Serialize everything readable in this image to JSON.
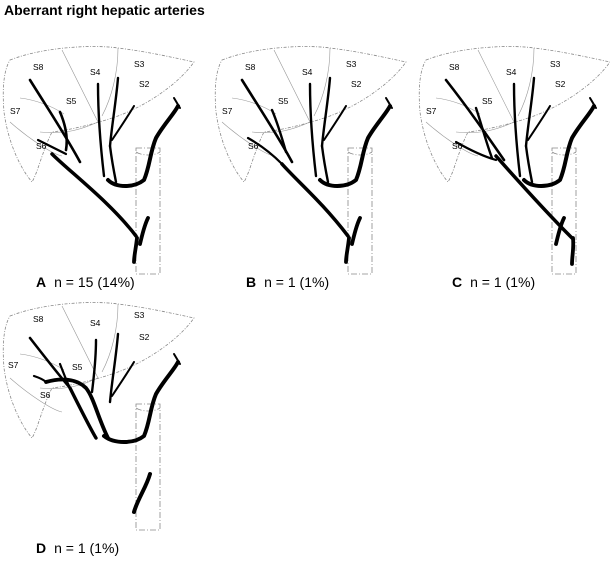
{
  "title": "Aberrant right hepatic arteries",
  "segments": {
    "s8": "S8",
    "s4": "S4",
    "s3": "S3",
    "s2": "S2",
    "s5": "S5",
    "s7": "S7",
    "s6": "S6"
  },
  "panels": [
    {
      "letter": "A",
      "stat": "n = 15 (14%)"
    },
    {
      "letter": "B",
      "stat": "n = 1 (1%)"
    },
    {
      "letter": "C",
      "stat": "n = 1 (1%)"
    },
    {
      "letter": "D",
      "stat": "n = 1 (1%)"
    }
  ]
}
